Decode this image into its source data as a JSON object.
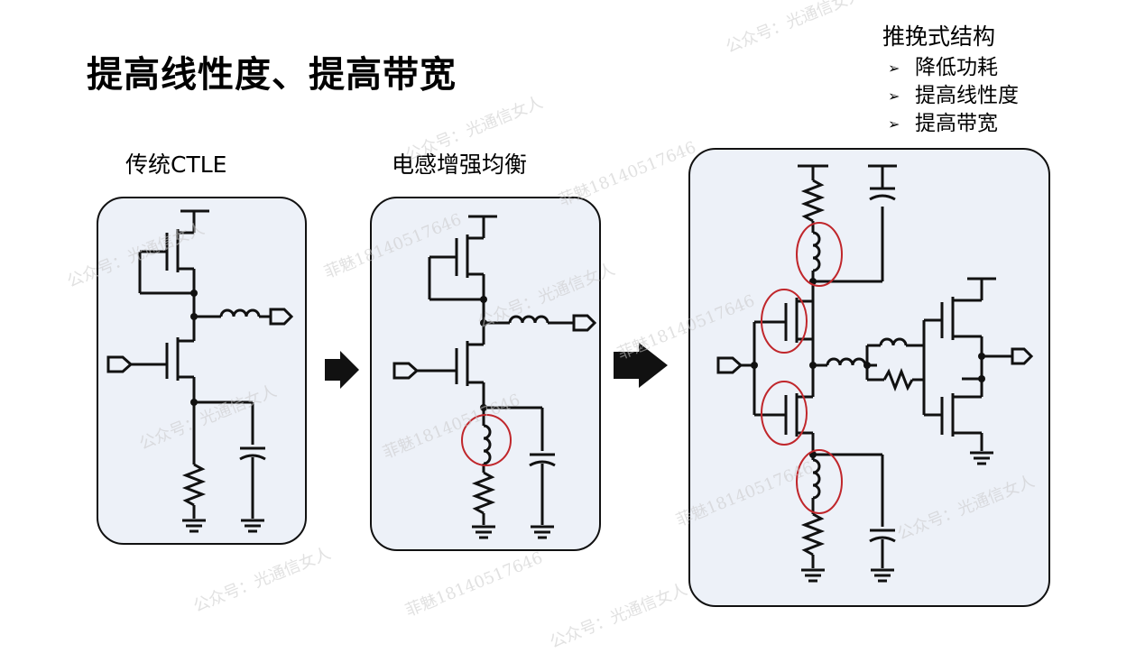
{
  "title": "提高线性度、提高带宽",
  "labels": {
    "ctle": "传统CTLE",
    "inductive": "电感增强均衡"
  },
  "push_pull": {
    "heading": "推挽式结构",
    "bullet_glyph": "➢",
    "items": [
      "降低功耗",
      "提高线性度",
      "提高带宽"
    ]
  },
  "watermarks": {
    "account": "公众号：光通信女人",
    "phone": "菲魅18140517646"
  },
  "colors": {
    "panel_bg": "#edf1f8",
    "highlight_circle": "#c0262b",
    "wire": "#111111"
  }
}
